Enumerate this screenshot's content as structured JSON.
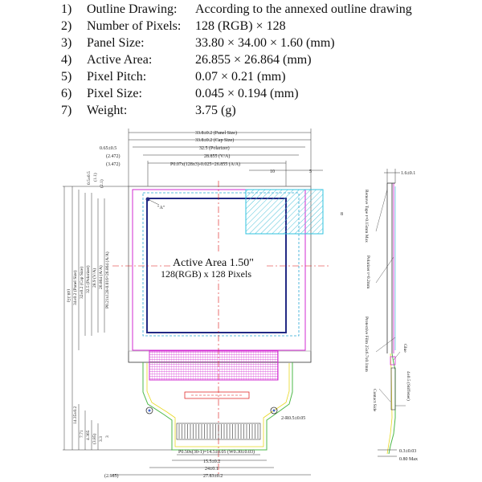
{
  "specs": [
    {
      "num": "1)",
      "label": "Outline Drawing:",
      "value": "According to the annexed outline drawing"
    },
    {
      "num": "2)",
      "label": "Number of Pixels:",
      "value": "128 (RGB) × 128"
    },
    {
      "num": "3)",
      "label": "Panel Size:",
      "value": "33.80 × 34.00 × 1.60 (mm)"
    },
    {
      "num": "4)",
      "label": "Active Area:",
      "value": "26.855 × 26.864 (mm)"
    },
    {
      "num": "5)",
      "label": "Pixel Pitch:",
      "value": "0.07 × 0.21 (mm)"
    },
    {
      "num": "6)",
      "label": "Pixel Size:",
      "value": "0.045 × 0.194 (mm)"
    },
    {
      "num": "7)",
      "label": "Weight:",
      "value": "3.75 (g)"
    }
  ],
  "drawing": {
    "active_area_line1": "Active Area 1.50\"",
    "active_area_line2": "128(RGB) x 128 Pixels",
    "marker_a": "\"A\"",
    "top_dims": {
      "panel_size": "33.8±0.2 (Panel Size)",
      "cap_size": "33.8±0.2 (Cap Size)",
      "polarizer_left": "0.65±0.5",
      "polarizer": "32.5 (Polarizer)",
      "va_left": "(2.472)",
      "va": "28.855 (V/A)",
      "aa_left": "(3.472)",
      "aa": "P0.07x(128x3)-0.025=26.855 (A/A)",
      "small_10": "10",
      "small_5": "5",
      "small_8": "8",
      "left_small_1": "0.5±0.5",
      "left_small_2": "(1.1)",
      "left_small_3": "(2.1)"
    },
    "left_dims": {
      "pitch": "P0.21x128-0.016=26.864 (A/A)",
      "aa": "26.864 (A/A)",
      "va": "28.9 (V/A)",
      "polarizer": "32.5 (Polarizer)",
      "cap": "32±0.2 (Cap Size)",
      "panel": "34±0.2 (Panel Size)",
      "total": "(48.35)",
      "tail1": "14.35±0.2",
      "tail2": "7.71",
      "tail3": "4.365",
      "tail4": "(3.85)",
      "tail5": "3.3",
      "tail6": "3"
    },
    "bottom_dims": {
      "pitch": "P0.50x(30-1)=14.5±0.05 (W0.30±0.03)",
      "d155": "15.5±0.2",
      "d24": "24±0.1",
      "d2783": "27.83±0.2",
      "d2985": "(2.985)",
      "hole": "2-R0.5±0.05"
    },
    "side_dims": {
      "thickness": "1.6±0.1",
      "remove_tape": "Remove Tape t=0.15mm Max",
      "polarizer": "Polarizer t=0.2mm",
      "protective": "Protective Film 25x6.7x0.1mm",
      "glue": "Glue",
      "stiffener": "4±0.5 (Stiffener)",
      "contact_side": "Contact Side",
      "fpc_t": "0.3±0.03",
      "fpc_max": "0.80 Max"
    }
  }
}
